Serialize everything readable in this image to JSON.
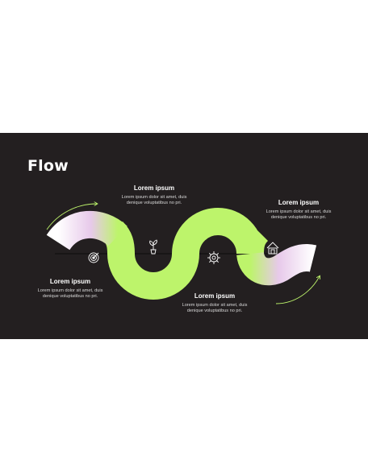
{
  "slide": {
    "title": "Flow",
    "accent_color": "#bdf46b",
    "background_color": "#231f20",
    "steps": [
      {
        "icon": "target-icon",
        "heading": "Lorem ipsum",
        "body_line1": "Lorem ipsum dolor sit amet, duis",
        "body_line2": "denique voluptatibus no pri."
      },
      {
        "icon": "plant-pot-icon",
        "heading": "Lorem ipsum",
        "body_line1": "Lorem ipsum dolor sit amet, duis",
        "body_line2": "denique voluptatibus no pri."
      },
      {
        "icon": "gear-icon",
        "heading": "Lorem ipsum",
        "body_line1": "Lorem ipsum dolor sit amet, duis",
        "body_line2": "denique voluptatibus no pri."
      },
      {
        "icon": "house-coins-icon",
        "heading": "Lorem ipsum",
        "body_line1": "Lorem ipsum dolor sit amet, duis",
        "body_line2": "denique voluptatibus no pri."
      }
    ]
  }
}
